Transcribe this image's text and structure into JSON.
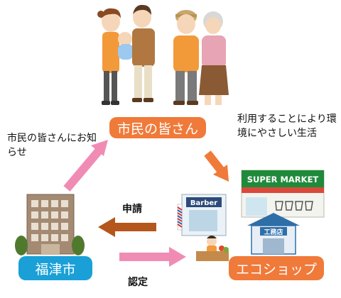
{
  "nodes": {
    "citizens": "市民の皆さん",
    "city": "福津市",
    "eco_shop": "エコショップ"
  },
  "notes": {
    "inform_citizens": "市民の皆さんにお知らせ",
    "eco_friendly_life": "利用することにより環境にやさしい生活"
  },
  "flows": {
    "apply": "申請",
    "certify": "認定"
  },
  "signs": {
    "supermarket": "SUPER MARKET",
    "barber": "Barber",
    "hardware_store": "工務店"
  },
  "colors": {
    "orange_box": "#f07a3a",
    "blue_box": "#1aa0d7",
    "pink_arrow": "#f08cb4",
    "orange_arrow": "#f07a3a",
    "brown_arrow": "#b5561c"
  }
}
